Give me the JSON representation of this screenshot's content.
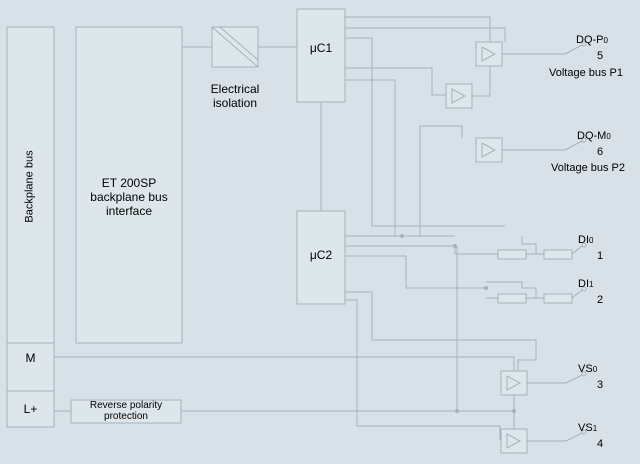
{
  "blocks": {
    "backplane_bus": "Backplane bus",
    "et200sp_line1": "ET 200SP",
    "et200sp_line2": "backplane bus",
    "et200sp_line3": "interface",
    "isolation_line1": "Electrical",
    "isolation_line2": "isolation",
    "uc1": "μC1",
    "uc2": "μC2",
    "reverse_polarity_line1": "Reverse polarity",
    "reverse_polarity_line2": "protection",
    "m": "M",
    "lplus": "L+"
  },
  "outputs": [
    {
      "name": "DQ-P",
      "sub": "0",
      "pin": "5",
      "desc": "Voltage bus P1"
    },
    {
      "name": "DQ-M",
      "sub": "0",
      "pin": "6",
      "desc": "Voltage bus P2"
    }
  ],
  "inputs": [
    {
      "name": "DI",
      "sub": "0",
      "pin": "1"
    },
    {
      "name": "DI",
      "sub": "1",
      "pin": "2"
    }
  ],
  "supplies": [
    {
      "name": "VS",
      "sub": "0",
      "pin": "3"
    },
    {
      "name": "VS",
      "sub": "1",
      "pin": "4"
    }
  ]
}
